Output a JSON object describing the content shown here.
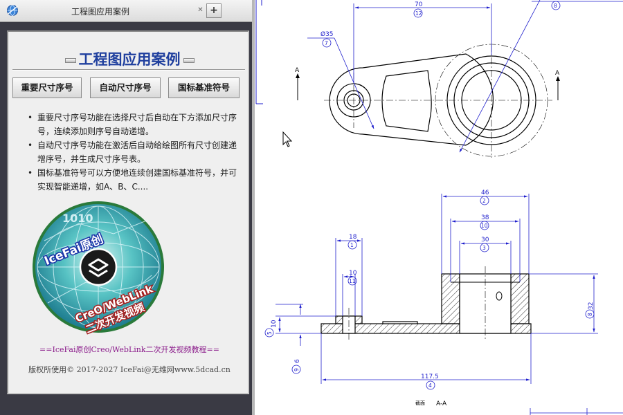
{
  "tab": {
    "icon": "app-globe-icon",
    "title": "工程图应用案例",
    "close_icon": "close-icon",
    "add_label": "+"
  },
  "panel": {
    "heading": "工程图应用案例",
    "buttons": [
      {
        "label": "重要尺寸序号"
      },
      {
        "label": "自动尺寸序号"
      },
      {
        "label": "国标基准符号"
      }
    ],
    "bullets": [
      "重要尺寸序号功能在选择尺寸后自动在下方添加尺寸序号，连续添加则序号自动递增。",
      "自动尺寸序号功能在激活后自动给绘图所有尺寸创建递增序号，并生成尺寸序号表。",
      "国标基准符号可以方便地连续创建国标基准符号，并可实现智能递增，如A、B、C...."
    ],
    "logo": {
      "top_text": "IceFai原创",
      "bottom_text_1": "CreO/WebLink",
      "bottom_text_2": "二次开发视频",
      "binary_text": "1010"
    },
    "promo": "==IceFai原创Creo/WebLink二次开发视频教程==",
    "copyright": "版权所使用© 2017-2027 IceFai@无维网www.5dcad.cn"
  },
  "drawing": {
    "top_view": {
      "dims": [
        {
          "value": "70",
          "seq": "12"
        },
        {
          "value": "Ø35",
          "seq": "7"
        }
      ],
      "section_marks": [
        "A",
        "A"
      ],
      "corner_seq": "8"
    },
    "section_view": {
      "dims": [
        {
          "value": "46",
          "seq": "2"
        },
        {
          "value": "38",
          "seq": "10"
        },
        {
          "value": "30",
          "seq": "3"
        },
        {
          "value": "18",
          "seq": "1"
        },
        {
          "value": "10",
          "seq": "11"
        },
        {
          "value": "32",
          "seq": "8"
        },
        {
          "value": "10",
          "seq": "5"
        },
        {
          "value": "6",
          "seq": "9"
        },
        {
          "value": "117.5",
          "seq": "4"
        }
      ],
      "caption_label": "截面",
      "caption_name": "A-A"
    },
    "colors": {
      "dimension": "#1d1dcc",
      "geometry": "#000000",
      "accent": "#1f3f9e"
    }
  }
}
